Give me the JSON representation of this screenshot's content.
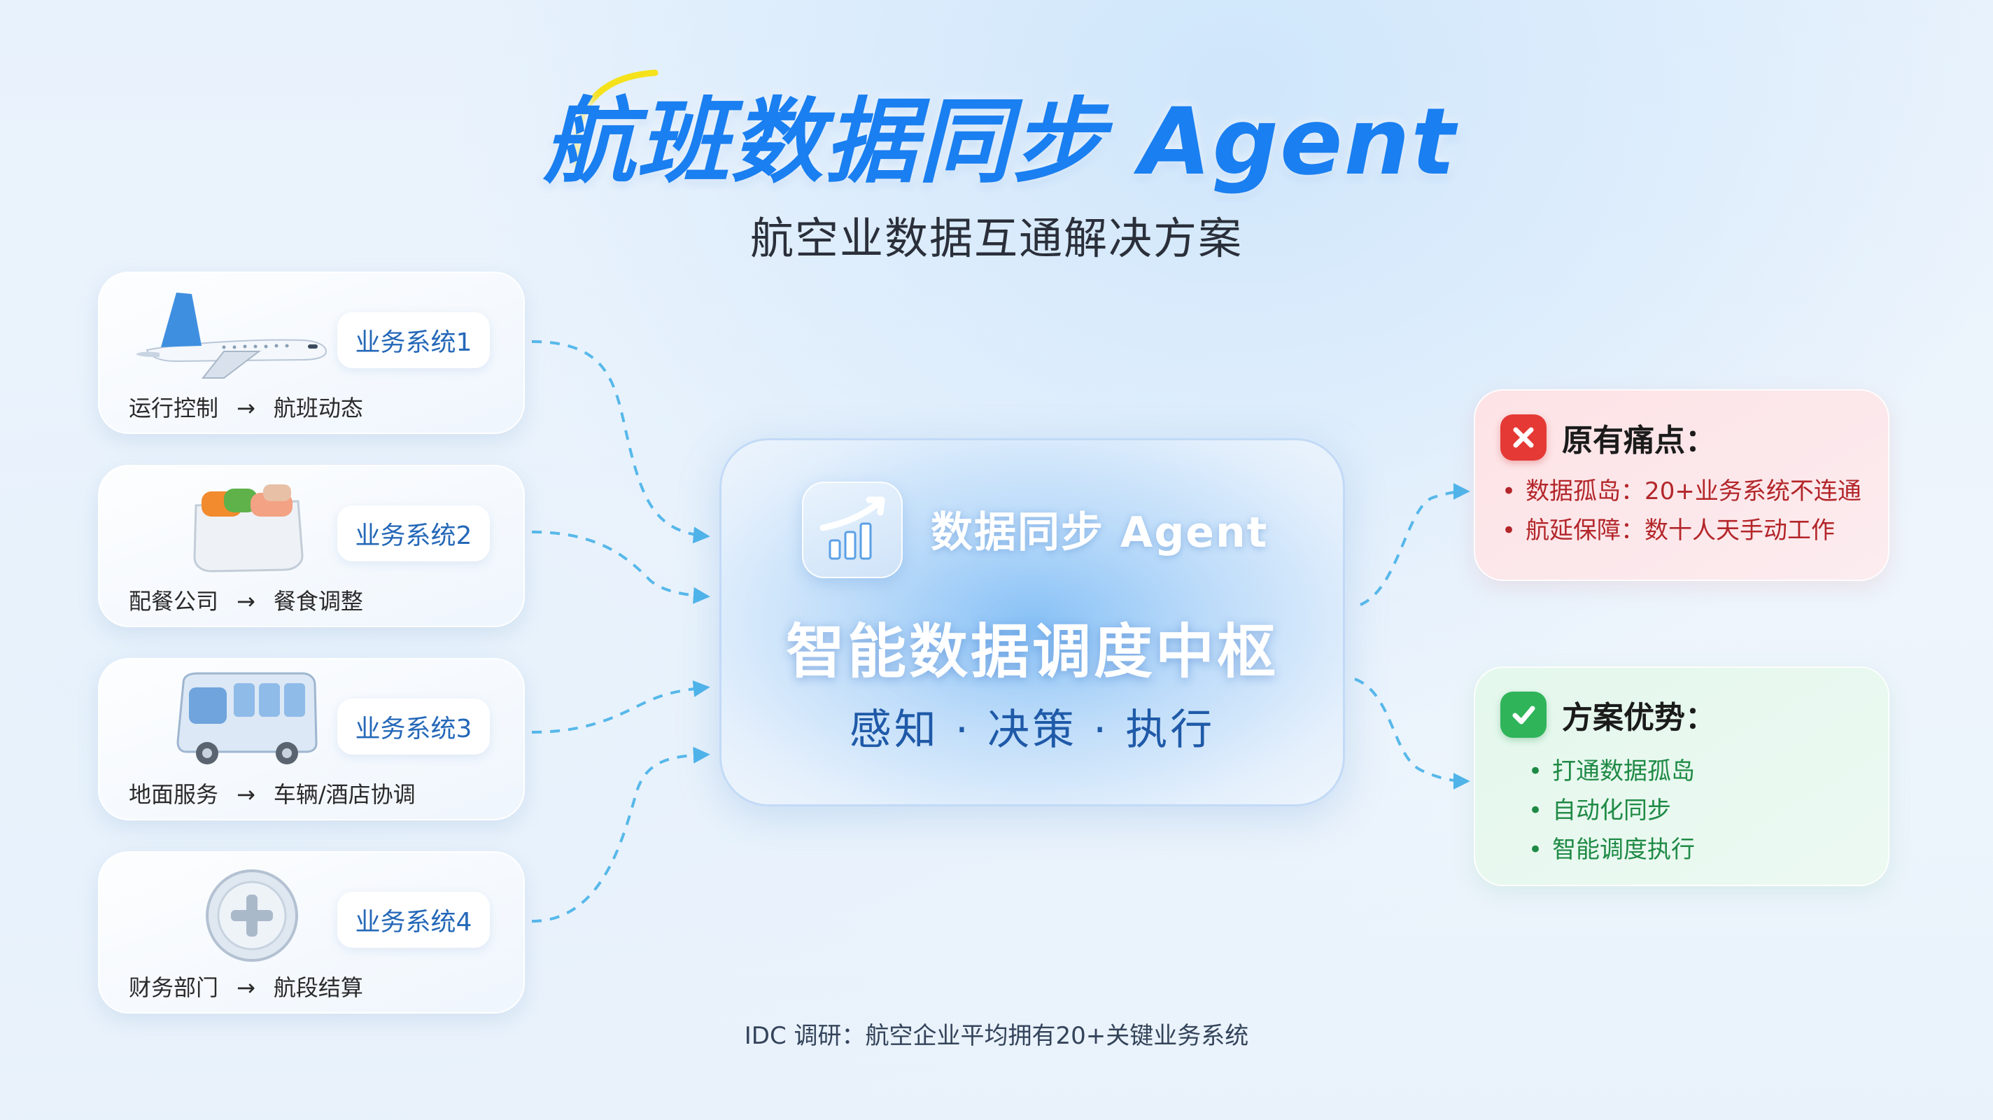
{
  "title": {
    "main": "航班数据同步 Agent",
    "subtitle": "航空业数据互通解决方案"
  },
  "systems": [
    {
      "label": "业务系统1",
      "from": "运行控制",
      "arrow": "→",
      "to": "航班动态",
      "icon": "airplane-icon"
    },
    {
      "label": "业务系统2",
      "from": "配餐公司",
      "arrow": "→",
      "to": "餐食调整",
      "icon": "meal-box-icon"
    },
    {
      "label": "业务系统3",
      "from": "地面服务",
      "arrow": "→",
      "to": "车辆/酒店协调",
      "icon": "bus-icon"
    },
    {
      "label": "业务系统4",
      "from": "财务部门",
      "arrow": "→",
      "to": "航段结算",
      "icon": "finance-coin-icon"
    }
  ],
  "hub": {
    "name": "数据同步 Agent",
    "title": "智能数据调度中枢",
    "subtitle": "感知 · 决策 · 执行",
    "icon": "data-sync-chart-icon"
  },
  "pain_points": {
    "heading": "原有痛点：",
    "icon": "cross-icon",
    "items": [
      "数据孤岛：20+业务系统不连通",
      "航延保障：数十人天手动工作"
    ]
  },
  "advantages": {
    "heading": "方案优势：",
    "icon": "check-icon",
    "items": [
      "打通数据孤岛",
      "自动化同步",
      "智能调度执行"
    ]
  },
  "footer": "IDC 调研：航空企业平均拥有20+关键业务系统",
  "colors": {
    "accent_blue": "#1a7ff0",
    "link_blue": "#4fb4ea",
    "pain_red": "#e53935",
    "advantage_green": "#2fb45a"
  }
}
